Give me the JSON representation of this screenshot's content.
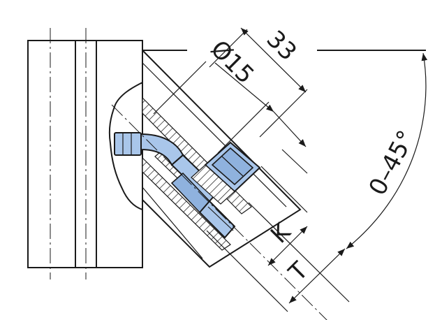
{
  "diagram": {
    "dimensions": {
      "diameter_label": "Ø15",
      "length_label": "33",
      "angle_label": "0–45°",
      "k_label": "K",
      "t_label": "T"
    },
    "colors": {
      "line": "#1a1a1a",
      "fitting_fill": "#a9c6ea",
      "fitting_shade": "#8fb2de",
      "background": "#ffffff"
    }
  }
}
